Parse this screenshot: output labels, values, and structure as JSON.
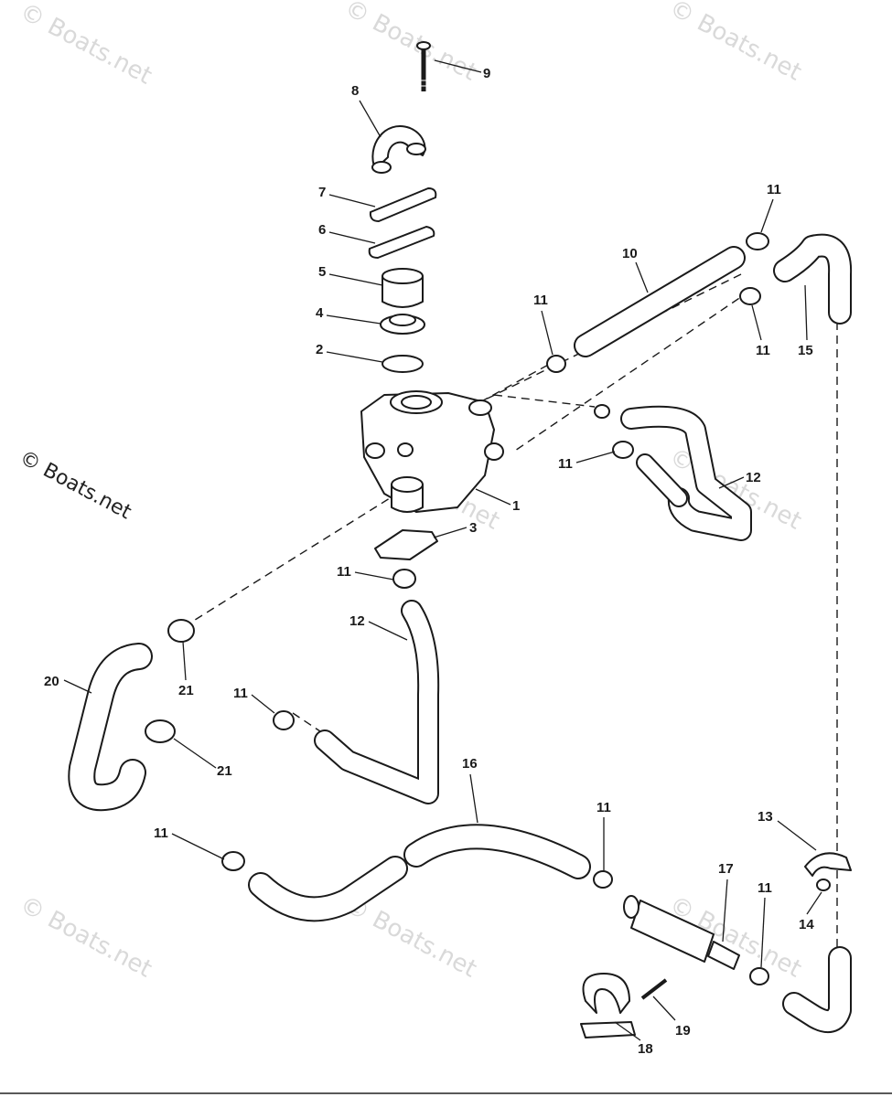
{
  "watermarks": {
    "light": "© Boats.net",
    "dark": "© Boats.net"
  },
  "callouts": {
    "c1": "1",
    "c2": "2",
    "c3": "3",
    "c4": "4",
    "c5": "5",
    "c6": "6",
    "c7": "7",
    "c8": "8",
    "c9": "9",
    "c10": "10",
    "c11": "11",
    "c12": "12",
    "c13": "13",
    "c14": "14",
    "c15": "15",
    "c16": "16",
    "c17": "17",
    "c18": "18",
    "c19": "19",
    "c20": "20",
    "c21": "21"
  },
  "colors": {
    "ink": "#1a1a1a",
    "paper": "#ffffff",
    "watermark": "#d9d9d9"
  }
}
